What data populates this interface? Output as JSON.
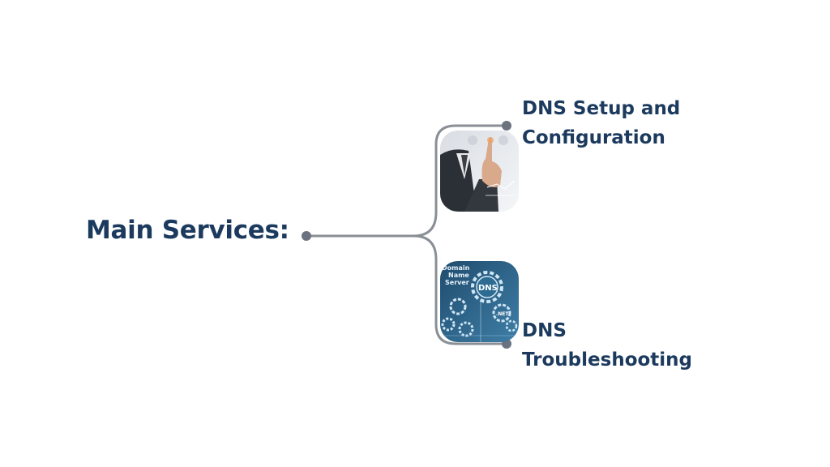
{
  "root": {
    "label": "Main Services:"
  },
  "nodes": [
    {
      "lines": [
        "DNS Setup and",
        "Configuration"
      ],
      "image": "business-person-touching-screen-photo"
    },
    {
      "lines": [
        "DNS",
        "Troubleshooting"
      ],
      "image": "dns-gears-illustration",
      "image_text": [
        "Domain",
        "Name",
        "Server",
        "DNS",
        ".NET"
      ]
    }
  ],
  "colors": {
    "heading": "#1c3a5e",
    "connector": "#8a8f96",
    "dot": "#6b7280",
    "background": "#ffffff"
  }
}
